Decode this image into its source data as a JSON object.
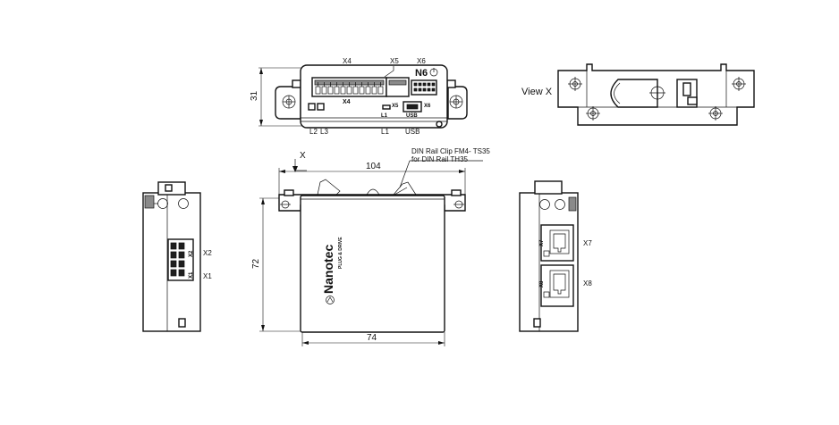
{
  "top_view": {
    "dim_height": "31",
    "labels": {
      "x4_top": "X4",
      "x5_top": "X5",
      "x6_top": "X6",
      "x4_inner": "X4",
      "x5_inner": "X5",
      "x6_inner": "X6",
      "l1_inner": "L1",
      "usb_inner": "USB",
      "l2": "L2",
      "l3": "L3",
      "l1": "L1",
      "usb": "USB"
    },
    "logo_text": "N6"
  },
  "view_x": {
    "label": "View X"
  },
  "front_view": {
    "dim_width_top": "104",
    "dim_height": "72",
    "dim_width_bottom": "74",
    "view_marker": "X",
    "callout_line1": "DIN Rail Clip FM4- TS35",
    "callout_line2": "for DIN Rail TH35",
    "brand": "Nanotec",
    "brand_tagline": "PLUG & DRIVE"
  },
  "left_view": {
    "x2": "X2",
    "x1": "X1",
    "conn_x2": "X2",
    "conn_x1": "X1"
  },
  "right_view": {
    "x7": "X7",
    "x8": "X8",
    "port_x7": "X7",
    "port_x8": "X8"
  }
}
